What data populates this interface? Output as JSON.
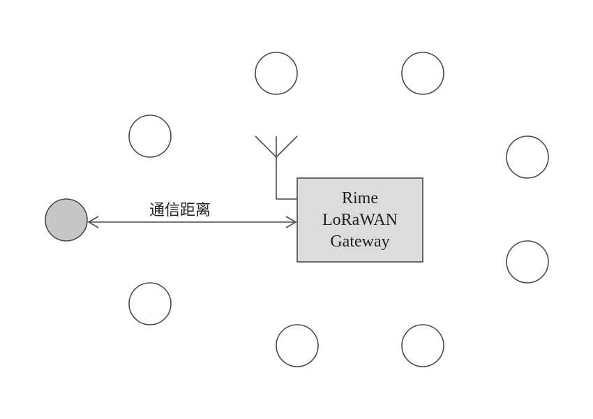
{
  "gateway": {
    "line1": "Rime",
    "line2": "LoRaWAN",
    "line3": "Gateway"
  },
  "link": {
    "label": "通信距离"
  },
  "colors": {
    "stroke": "#4a4a4a",
    "node_fill": "#ffffff",
    "active_node_fill": "#c6c6c6",
    "gateway_fill": "#dcdcdc",
    "text": "#222222"
  }
}
